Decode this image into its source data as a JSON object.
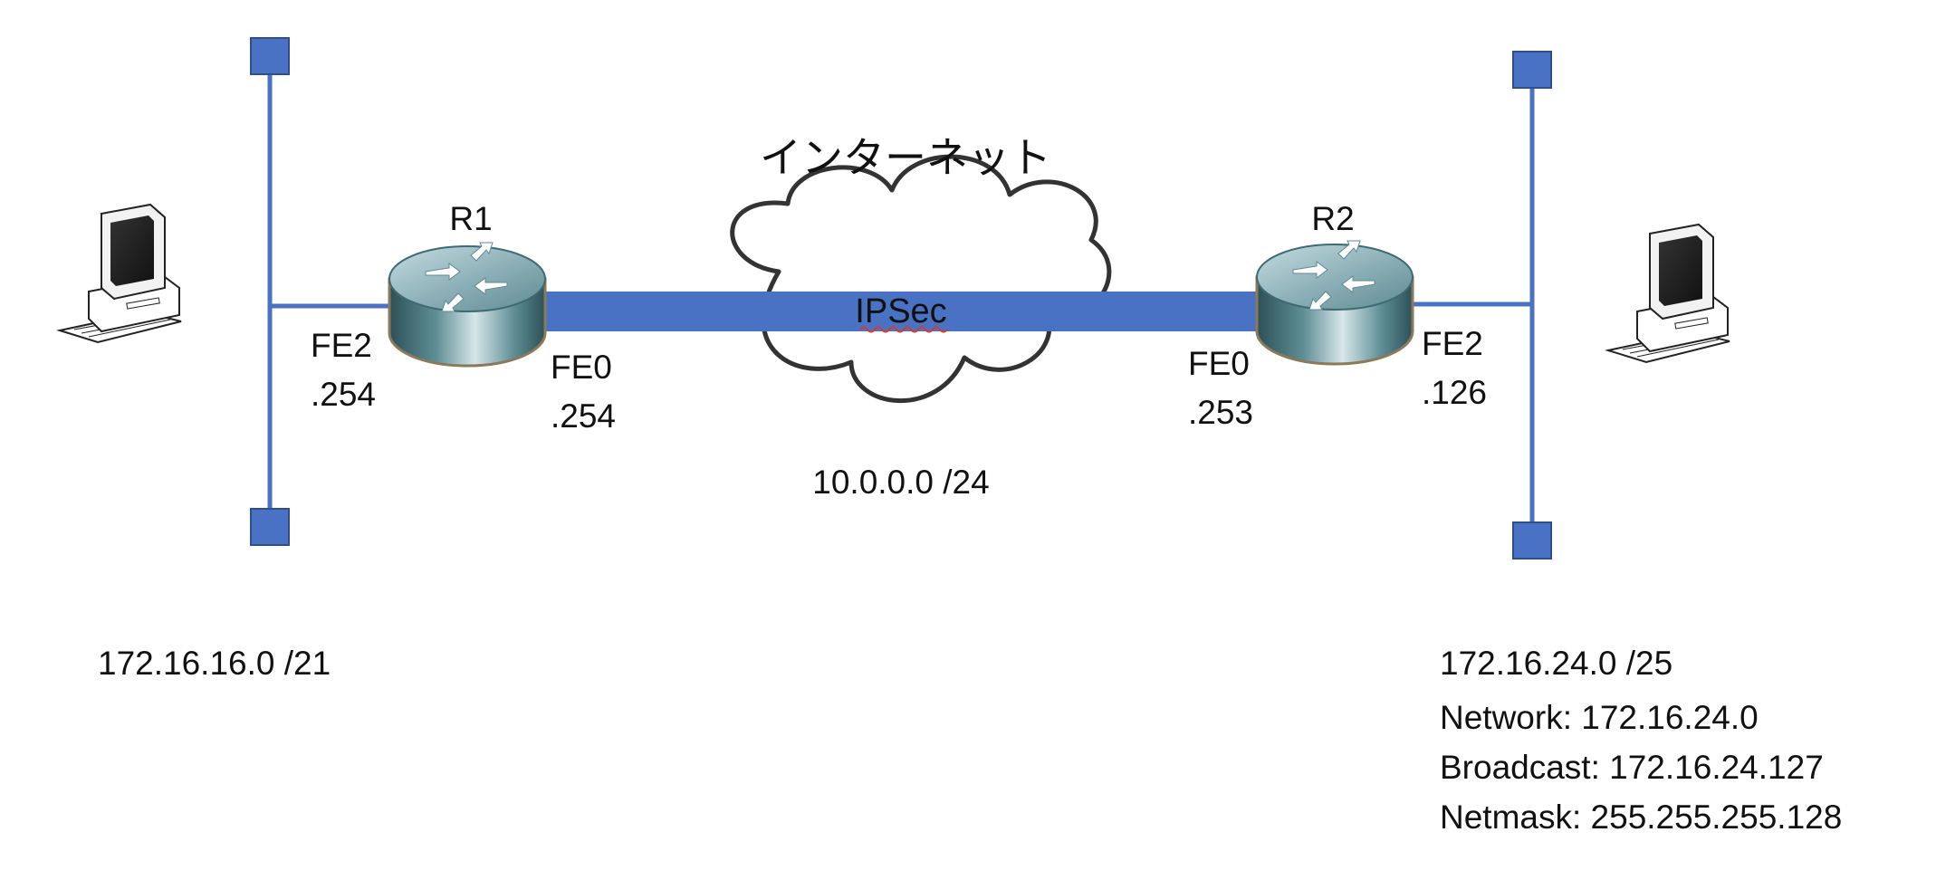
{
  "cloud": {
    "title": "インターネット",
    "subnet": "10.0.0.0 /24"
  },
  "tunnel": {
    "label": "IPSec"
  },
  "routers": {
    "r1": {
      "name": "R1",
      "lan_if": "FE2",
      "lan_ip": ".254",
      "wan_if": "FE0",
      "wan_ip": ".254"
    },
    "r2": {
      "name": "R2",
      "lan_if": "FE2",
      "lan_ip": ".126",
      "wan_if": "FE0",
      "wan_ip": ".253"
    }
  },
  "networks": {
    "left": {
      "subnet": "172.16.16.0 /21"
    },
    "right": {
      "subnet": "172.16.24.0 /25",
      "network": "Network: 172.16.24.0",
      "broadcast": "Broadcast: 172.16.24.127",
      "netmask": "Netmask: 255.255.255.128"
    }
  },
  "colors": {
    "link_blue": "#4a72c4",
    "node_fill": "#4a72c4",
    "node_stroke": "#2f4f8a",
    "router_body": "#4f7f88",
    "router_top": "#9bbcc2",
    "cloud_stroke": "#333333"
  }
}
